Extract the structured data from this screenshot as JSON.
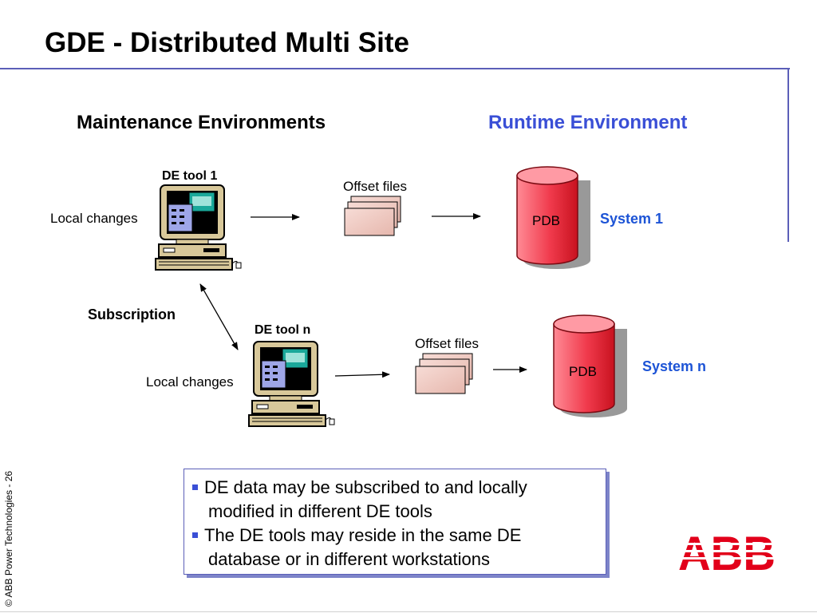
{
  "slide": {
    "title": "GDE - Distributed Multi Site",
    "heading_maintenance": "Maintenance Environments",
    "heading_runtime": "Runtime Environment",
    "footer": "© ABB Power Technologies - 26"
  },
  "site1": {
    "tool_label": "DE tool 1",
    "local_changes": "Local changes",
    "offset_label": "Offset  files",
    "db_label": "PDB",
    "system_label": "System 1"
  },
  "siten": {
    "tool_label": "DE tool n",
    "local_changes": "Local changes",
    "offset_label": "Offset  files",
    "db_label": "PDB",
    "system_label": "System n"
  },
  "subscription_label": "Subscription",
  "notes": [
    "DE data may be subscribed to and locally modified in different DE tools",
    "The DE tools may reside in the same DE database or in different workstations"
  ],
  "logo": {
    "text": "ABB",
    "color": "#e2001a"
  },
  "colors": {
    "accent": "#3a4fd6",
    "system": "#1d54d6",
    "db": "#e8283c",
    "rule": "#5b5fb8"
  }
}
